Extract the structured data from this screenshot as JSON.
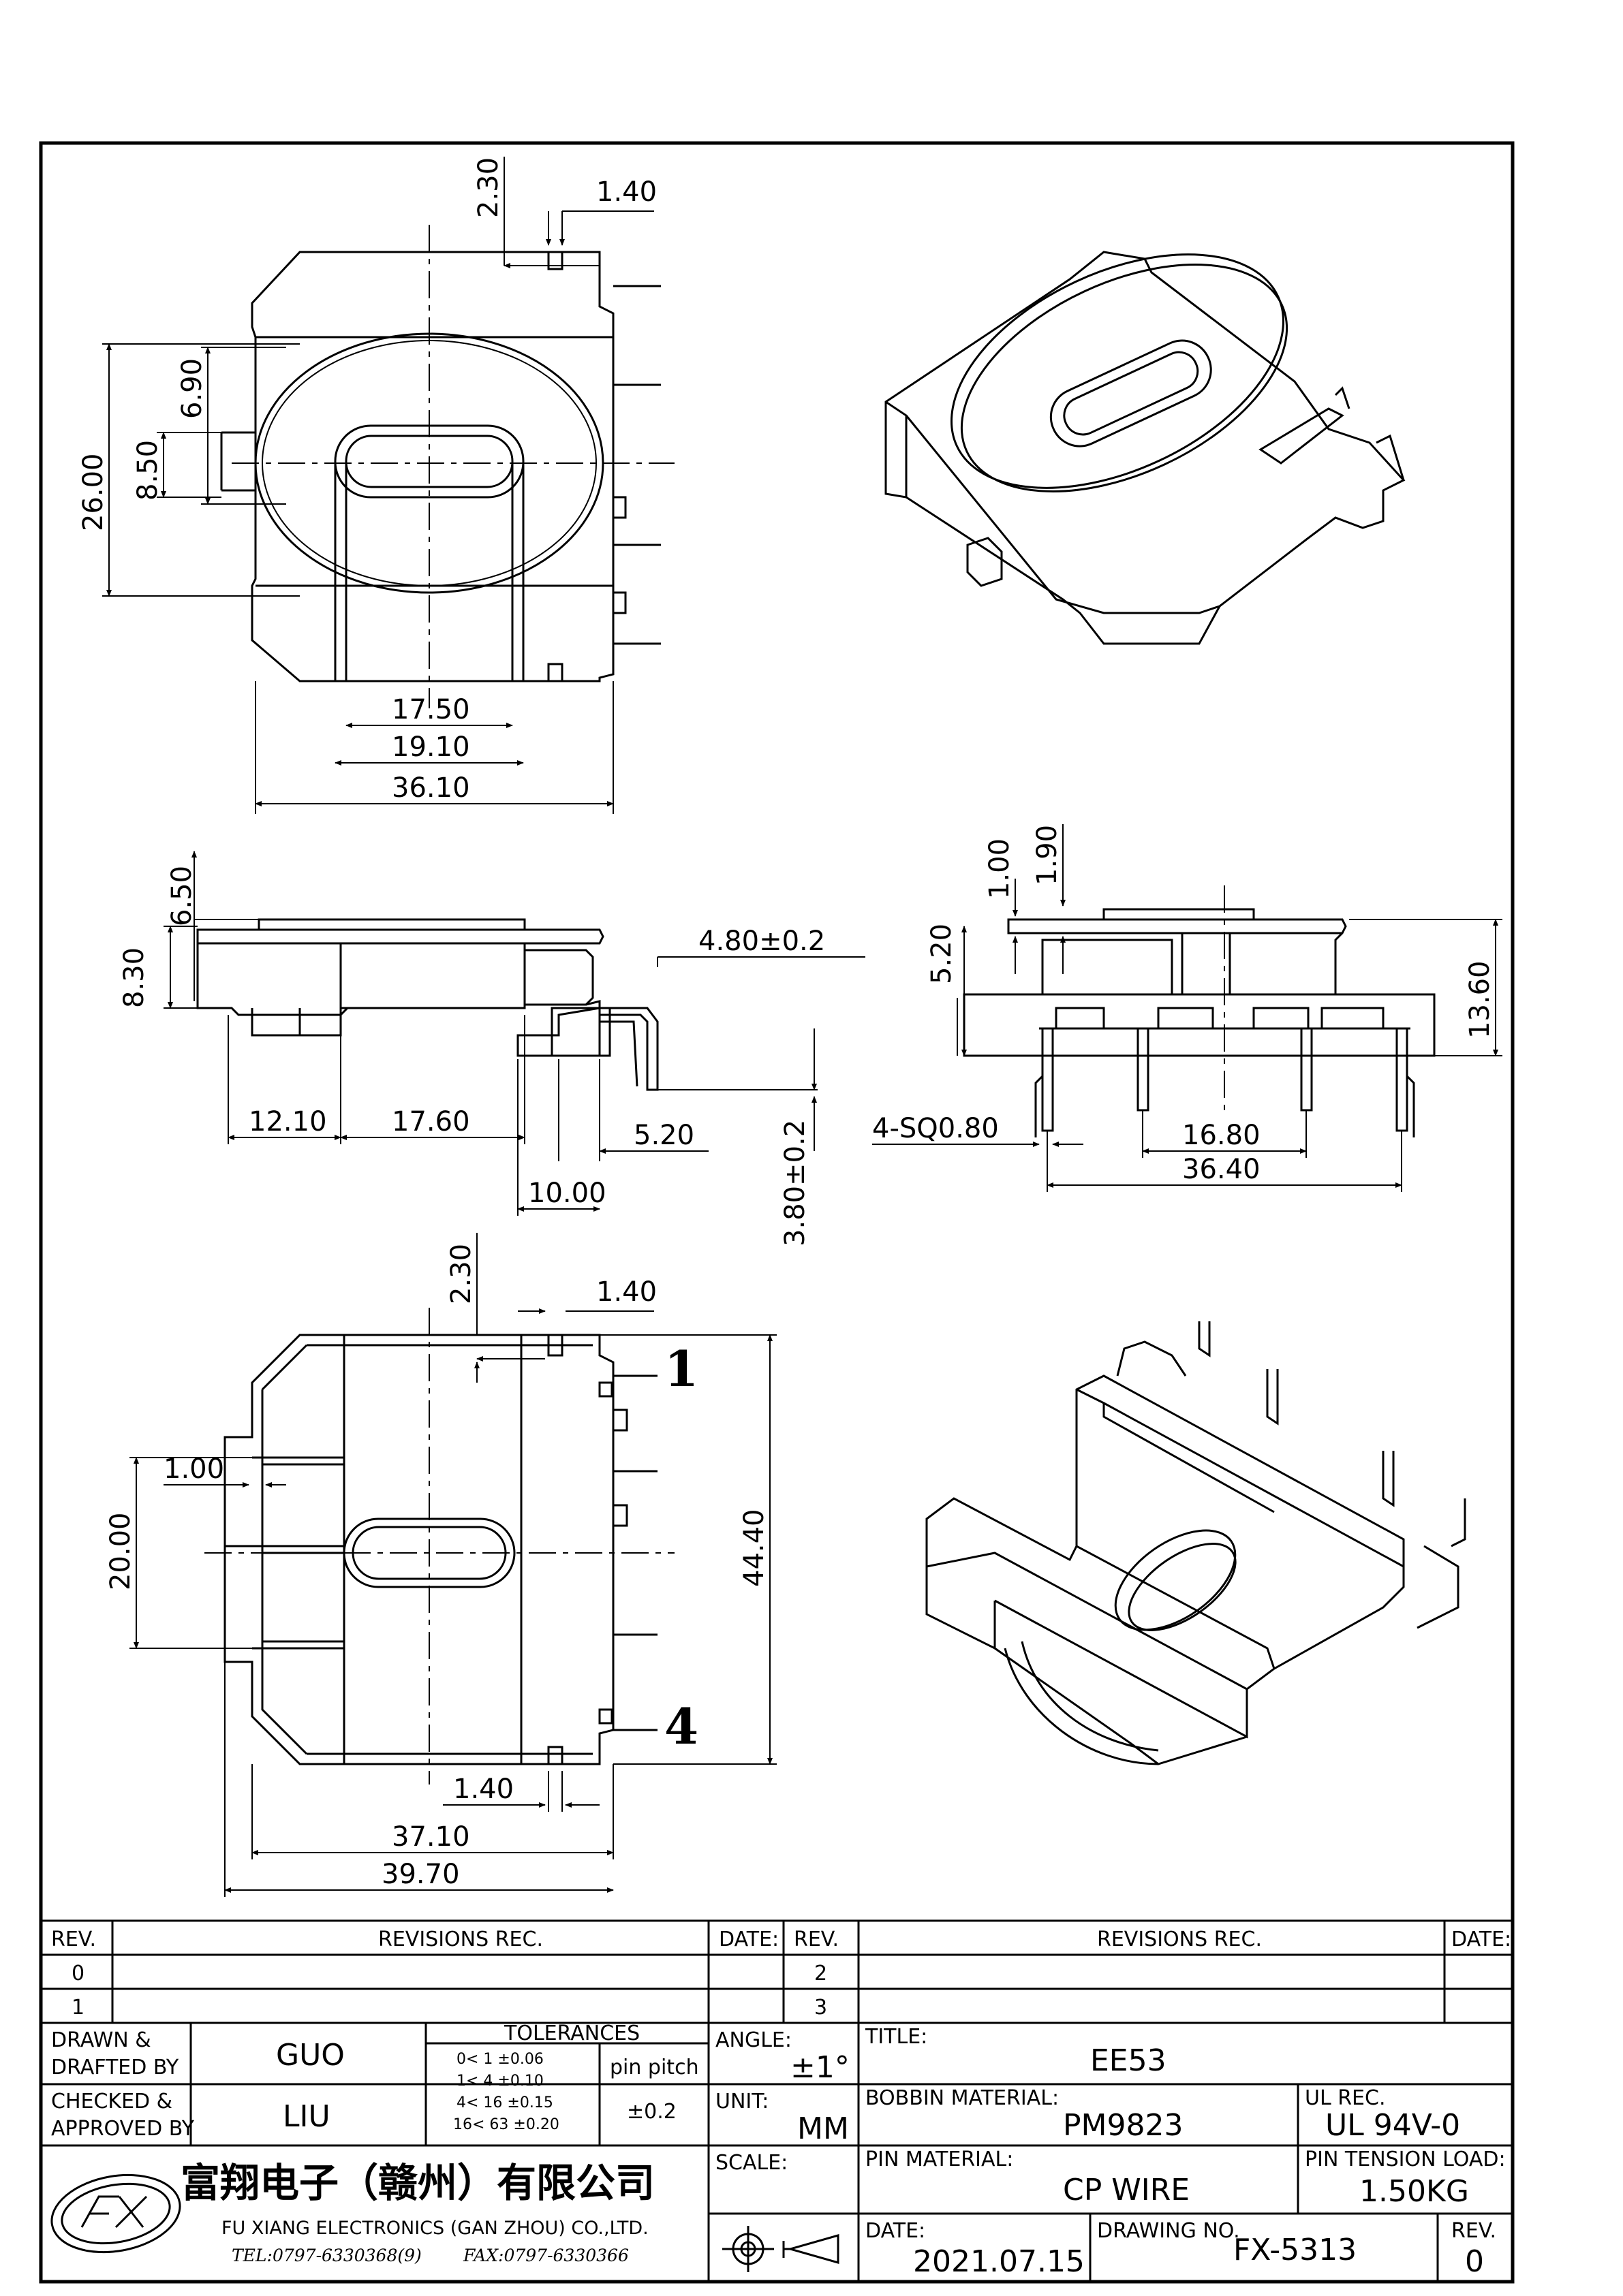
{
  "drawing": {
    "top_view_dims": {
      "d_230": "2.30",
      "d_140": "1.40",
      "d_690": "6.90",
      "d_850": "8.50",
      "d_2600": "26.00",
      "d_1750": "17.50",
      "d_1910": "19.10",
      "d_3610": "36.10"
    },
    "side_view_dims": {
      "d_650": "6.50",
      "d_830": "8.30",
      "d_480": "4.80±0.2",
      "d_1210": "12.10",
      "d_1760": "17.60",
      "d_520": "5.20",
      "d_1000": "10.00",
      "d_380": "3.80±0.2"
    },
    "front_view_dims": {
      "d_100": "1.00",
      "d_190": "1.90",
      "d_520": "5.20",
      "d_1360": "13.60",
      "d_sq": "4-SQ0.80",
      "d_1680": "16.80",
      "d_3640": "36.40"
    },
    "bottom_view_dims": {
      "d_230": "2.30",
      "d_140": "1.40",
      "d_100": "1.00",
      "d_2000": "20.00",
      "d_4440": "44.40",
      "d_140b": "1.40",
      "d_3710": "37.10",
      "d_3970": "39.70",
      "pin_1": "1",
      "pin_4": "4"
    }
  },
  "title_block": {
    "rev_header": "REV.",
    "revisions_header": "REVISIONS   REC.",
    "date_header": "DATE:",
    "rev_rows_left": [
      "0",
      "1"
    ],
    "rev_rows_right": [
      "2",
      "3"
    ],
    "drawn_label_1": "DRAWN  &",
    "drawn_label_2": "DRAFTED BY",
    "drawn_value": "GUO",
    "checked_label_1": "CHECKED  &",
    "checked_label_2": "APPROVED BY",
    "checked_value": "LIU",
    "tolerances_header": "TOLERANCES",
    "tol_rows": [
      "0<   1    ±0.06",
      "1<   4    ±0.10",
      "4<  16   ±0.15",
      "16<  63  ±0.20"
    ],
    "pin_pitch_label": "pin pitch",
    "pin_pitch_value": "±0.2",
    "angle_label": "ANGLE:",
    "angle_value": "±1°",
    "unit_label": "UNIT:",
    "unit_value": "MM",
    "scale_label": "SCALE:",
    "title_label": "TITLE:",
    "title_value": "EE53",
    "bobbin_material_label": "BOBBIN MATERIAL:",
    "bobbin_material_value": "PM9823",
    "ul_rec_label": "UL REC.",
    "ul_rec_value": "UL 94V-0",
    "pin_material_label": "PIN MATERIAL:",
    "pin_material_value": "CP WIRE",
    "pin_tension_label": "PIN TENSION LOAD:",
    "pin_tension_value": "1.50KG",
    "date_label": "DATE:",
    "date_value": "2021.07.15",
    "drawing_no_label": "DRAWING NO.",
    "drawing_no_value": "FX-5313",
    "rev_label": "REV.",
    "rev_value": "0",
    "company_cn": "富翔电子（赣州）有限公司",
    "company_en": "FU XIANG ELECTRONICS (GAN ZHOU) CO.,LTD.",
    "tel": "TEL:0797-6330368(9)",
    "fax": "FAX:0797-6330366"
  }
}
